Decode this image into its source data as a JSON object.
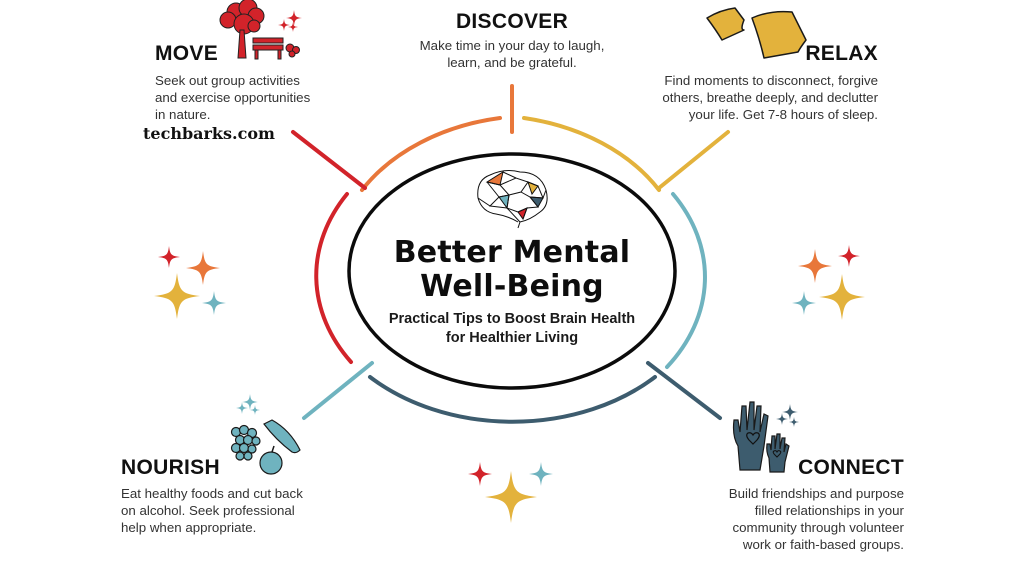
{
  "center": {
    "title_line1": "Better Mental",
    "title_line2": "Well-Being",
    "subtitle_line1": "Practical Tips to Boost Brain Health",
    "subtitle_line2": "for Healthier Living",
    "icon": "brain-network-icon"
  },
  "watermark": "techbarks.com",
  "sections": {
    "move": {
      "heading": "MOVE",
      "lines": [
        "Seek out group activities",
        "and exercise opportunities",
        "in nature."
      ],
      "icon": "tree-bench-icon",
      "color": "#d2232a"
    },
    "discover": {
      "heading": "DISCOVER",
      "lines": [
        "Make time in your day to laugh,",
        "learn, and be grateful."
      ],
      "color": "#e8773a"
    },
    "relax": {
      "heading": "RELAX",
      "lines": [
        "Find moments to disconnect, forgive",
        "others, breathe deeply, and declutter",
        "your life. Get 7-8 hours of sleep."
      ],
      "icon": "pillows-icon",
      "color": "#e3b23c"
    },
    "nourish": {
      "heading": "NOURISH",
      "lines": [
        "Eat healthy foods and cut back",
        "on alcohol. Seek professional",
        "help when appropriate."
      ],
      "icon": "fruit-vegetables-icon",
      "color": "#6fb3bf"
    },
    "connect": {
      "heading": "CONNECT",
      "lines": [
        "Build friendships and purpose",
        "filled relationships in your",
        "community through volunteer",
        "work or faith-based groups."
      ],
      "icon": "hands-heart-icon",
      "color": "#3d5c6e"
    }
  },
  "colors": {
    "red": "#d2232a",
    "orange": "#e8773a",
    "yellow": "#e3b23c",
    "teal": "#6fb3bf",
    "slate": "#3d5c6e"
  }
}
